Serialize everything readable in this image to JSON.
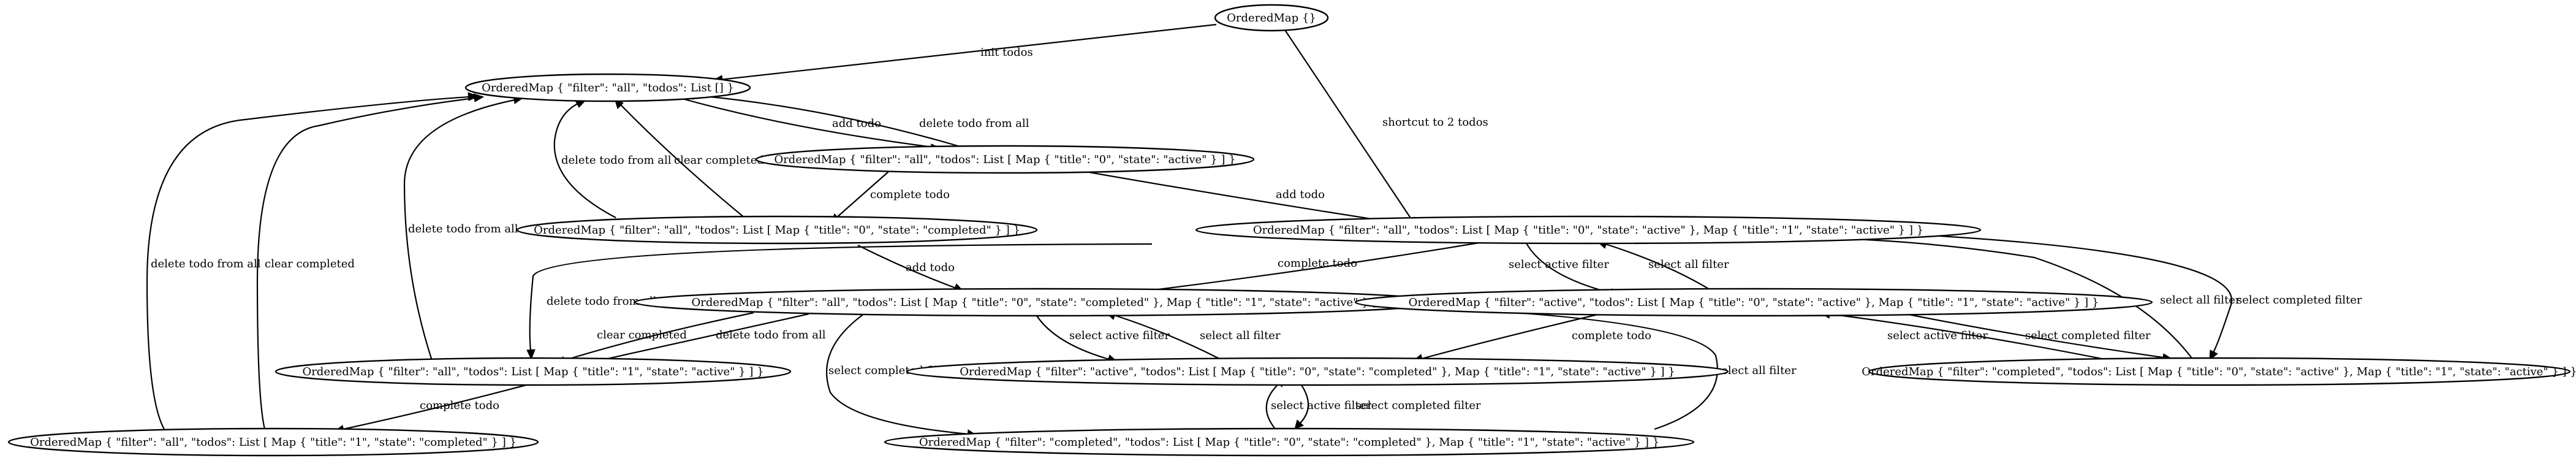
{
  "nodes": {
    "empty": "OrderedMap {}",
    "n0": "OrderedMap { \"filter\": \"all\", \"todos\": List [] }",
    "n1": "OrderedMap { \"filter\": \"all\", \"todos\": List [ Map { \"title\": \"0\", \"state\": \"active\" } ] }",
    "n2": "OrderedMap { \"filter\": \"all\", \"todos\": List [ Map { \"title\": \"0\", \"state\": \"completed\" } ] }",
    "n3": "OrderedMap { \"filter\": \"all\", \"todos\": List [ Map { \"title\": \"0\", \"state\": \"active\" }, Map { \"title\": \"1\", \"state\": \"active\" } ] }",
    "n4": "OrderedMap { \"filter\": \"all\", \"todos\": List [ Map { \"title\": \"0\", \"state\": \"completed\" }, Map { \"title\": \"1\", \"state\": \"active\" } ] }",
    "n5": "OrderedMap { \"filter\": \"active\", \"todos\": List [ Map { \"title\": \"0\", \"state\": \"active\" }, Map { \"title\": \"1\", \"state\": \"active\" } ] }",
    "n6": "OrderedMap { \"filter\": \"all\", \"todos\": List [ Map { \"title\": \"1\", \"state\": \"active\" } ] }",
    "n7": "OrderedMap { \"filter\": \"active\", \"todos\": List [ Map { \"title\": \"0\", \"state\": \"completed\" }, Map { \"title\": \"1\", \"state\": \"active\" } ] }",
    "n8": "OrderedMap { \"filter\": \"completed\", \"todos\": List [ Map { \"title\": \"0\", \"state\": \"active\" }, Map { \"title\": \"1\", \"state\": \"active\" } ] }",
    "n9": "OrderedMap { \"filter\": \"all\", \"todos\": List [ Map { \"title\": \"1\", \"state\": \"completed\" } ] }",
    "n10": "OrderedMap { \"filter\": \"completed\", \"todos\": List [ Map { \"title\": \"0\", \"state\": \"completed\" }, Map { \"title\": \"1\", \"state\": \"active\" } ] }"
  },
  "edges": {
    "init_todos": "init todos",
    "shortcut": "shortcut to 2 todos",
    "add_todo_1": "add todo",
    "delete_todo_1": "delete todo from all",
    "complete_todo_1": "complete todo",
    "add_todo_2": "add todo",
    "delete_todo_2": "delete todo from all",
    "clear_completed_2": "clear completed",
    "add_todo_3": "add todo",
    "complete_todo_3": "complete todo",
    "select_active_3": "select active filter",
    "select_all_5": "select all filter",
    "delete_todo_3": "delete todo from all",
    "select_all_8": "select all filter",
    "select_completed_3": "select completed filter",
    "complete_todo_5": "complete todo",
    "select_active_8": "select active filter",
    "select_completed_5": "select completed filter",
    "delete_todo_6": "delete todo from all",
    "clear_completed_4": "clear completed",
    "delete_todo_4": "delete todo from all",
    "select_active_4": "select active filter",
    "select_all_7": "select all filter",
    "select_completed_4": "select completed filter",
    "select_all_10": "select all filter",
    "select_active_10": "select active filter",
    "select_completed_7": "select completed filter",
    "complete_todo_6": "complete todo",
    "delete_todo_9": "delete todo from all",
    "clear_completed_9": "clear completed"
  }
}
